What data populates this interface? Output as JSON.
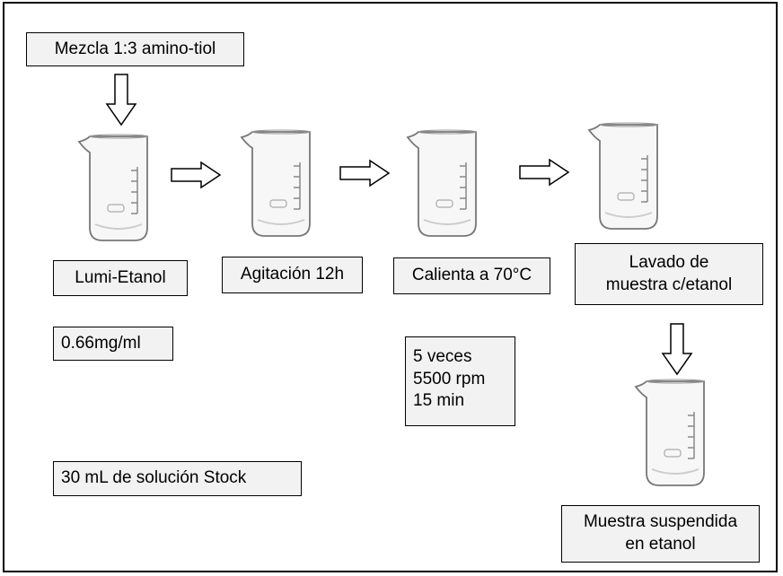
{
  "boxes": {
    "mix": "Mezcla 1:3 amino-tiol",
    "lumi": "Lumi-Etanol",
    "agit": "Agitación 12h",
    "heat": "Calienta a 70°C",
    "wash": "Lavado de\nmuestra c/etanol",
    "conc": "0.66mg/ml",
    "cycles": "5 veces\n5500 rpm\n15 min",
    "stock": "30 mL de solución Stock",
    "final": "Muestra suspendida\nen etanol"
  }
}
